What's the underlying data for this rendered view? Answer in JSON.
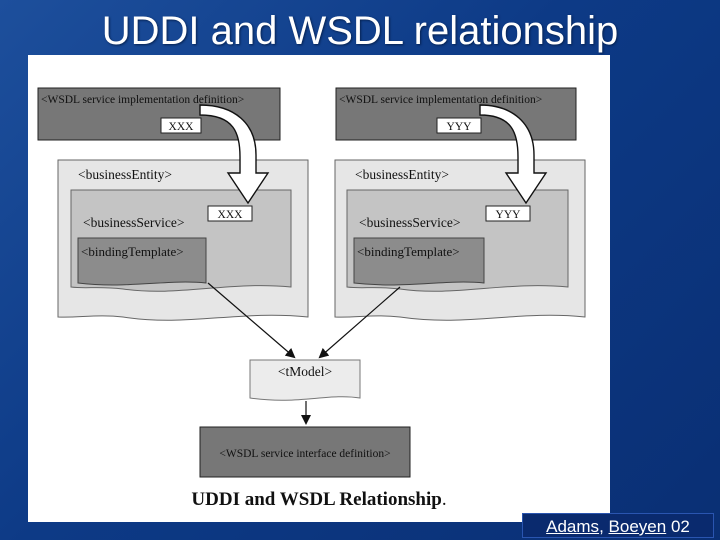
{
  "slide": {
    "title": "UDDI and WSDL relationship",
    "credit": {
      "author1": "Adams",
      "sep": ",",
      "author2": "Boeyen",
      "year": "02"
    }
  },
  "figure": {
    "caption": "UDDI and WSDL Relationship",
    "caption_end": ".",
    "left": {
      "impl_label": "<WSDL service implementation definition>",
      "impl_id": "XXX",
      "entity_label": "<businessEntity>",
      "service_label": "<businessService>",
      "service_id": "XXX",
      "binding_label": "<bindingTemplate>"
    },
    "right": {
      "impl_label": "<WSDL service implementation definition>",
      "impl_id": "YYY",
      "entity_label": "<businessEntity>",
      "service_label": "<businessService>",
      "service_id": "YYY",
      "binding_label": "<bindingTemplate>"
    },
    "tmodel_label": "<tModel>",
    "interface_label": "<WSDL service interface definition>",
    "colors": {
      "dark_box": "#777777",
      "entity_bg": "#e6e6e6",
      "service_bg": "#c4c4c4",
      "binding_bg": "#8c8c8c",
      "tmodel_bg": "#ececec"
    }
  }
}
